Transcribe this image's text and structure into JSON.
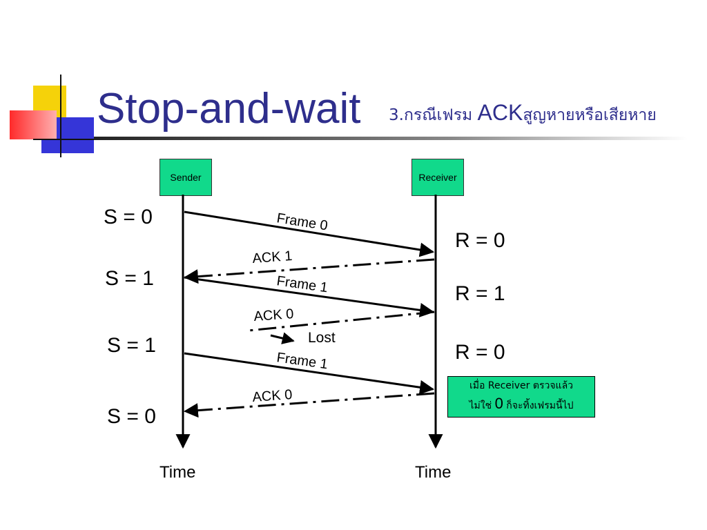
{
  "slide": {
    "title": "Stop-and-wait",
    "subtitle_prefix": "3.กรณีเฟรม ",
    "subtitle_ack": "ACK",
    "subtitle_suffix": "สูญหายหรือเสียหาย"
  },
  "diagram": {
    "sender_label": "Sender",
    "receiver_label": "Receiver",
    "time_left": "Time",
    "time_right": "Time",
    "sender_states": [
      "S = 0",
      "S = 1",
      "S = 1",
      "S = 0"
    ],
    "receiver_states": [
      "R = 0",
      "R = 1",
      "R = 0"
    ],
    "messages": [
      {
        "label": "Frame 0",
        "style": "solid",
        "direction": "to-receiver"
      },
      {
        "label": "ACK 1",
        "style": "dash-dot",
        "direction": "to-sender"
      },
      {
        "label": "Frame 1",
        "style": "solid",
        "direction": "to-receiver"
      },
      {
        "label": "ACK 0",
        "style": "dash-dot",
        "direction": "lost"
      },
      {
        "label": "Frame 1",
        "style": "solid",
        "direction": "to-receiver"
      },
      {
        "label": "ACK 0",
        "style": "dash-dot",
        "direction": "to-sender"
      }
    ],
    "lost_label": "Lost",
    "note": {
      "line1": "เมื่อ Receiver ตรวจแล้ว",
      "line2_prefix": "ไม่ใช่ ",
      "line2_digit": "0",
      "line2_suffix": " ก็จะทิ้งเฟรมนี้ไป"
    },
    "colors": {
      "title": "#2e2e8c",
      "box_fill": "#11d98b",
      "deco_yellow": "#f5d20a",
      "deco_red": "#ff3b3b",
      "deco_blue": "#3535d8"
    }
  }
}
